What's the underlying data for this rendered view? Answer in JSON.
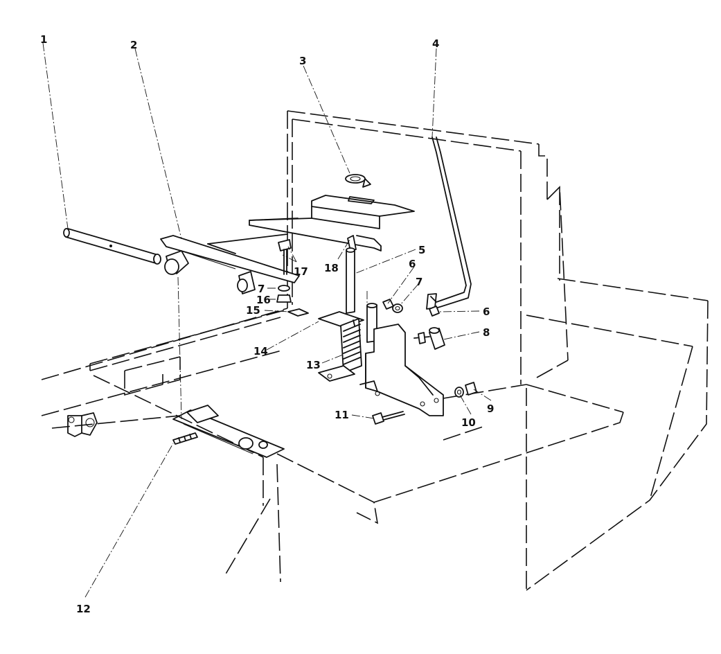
{
  "callouts": [
    {
      "id": "c1",
      "label": "1"
    },
    {
      "id": "c2",
      "label": "2"
    },
    {
      "id": "c3",
      "label": "3"
    },
    {
      "id": "c4",
      "label": "4"
    },
    {
      "id": "c5",
      "label": "5"
    },
    {
      "id": "c6a",
      "label": "6"
    },
    {
      "id": "c6b",
      "label": "6"
    },
    {
      "id": "c7a",
      "label": "7"
    },
    {
      "id": "c7b",
      "label": "7"
    },
    {
      "id": "c8",
      "label": "8"
    },
    {
      "id": "c9",
      "label": "9"
    },
    {
      "id": "c10",
      "label": "10"
    },
    {
      "id": "c11",
      "label": "11"
    },
    {
      "id": "c12",
      "label": "12"
    },
    {
      "id": "c13",
      "label": "13"
    },
    {
      "id": "c14",
      "label": "14"
    },
    {
      "id": "c15",
      "label": "15"
    },
    {
      "id": "c16",
      "label": "16"
    },
    {
      "id": "c17",
      "label": "17"
    },
    {
      "id": "c18",
      "label": "18"
    }
  ]
}
